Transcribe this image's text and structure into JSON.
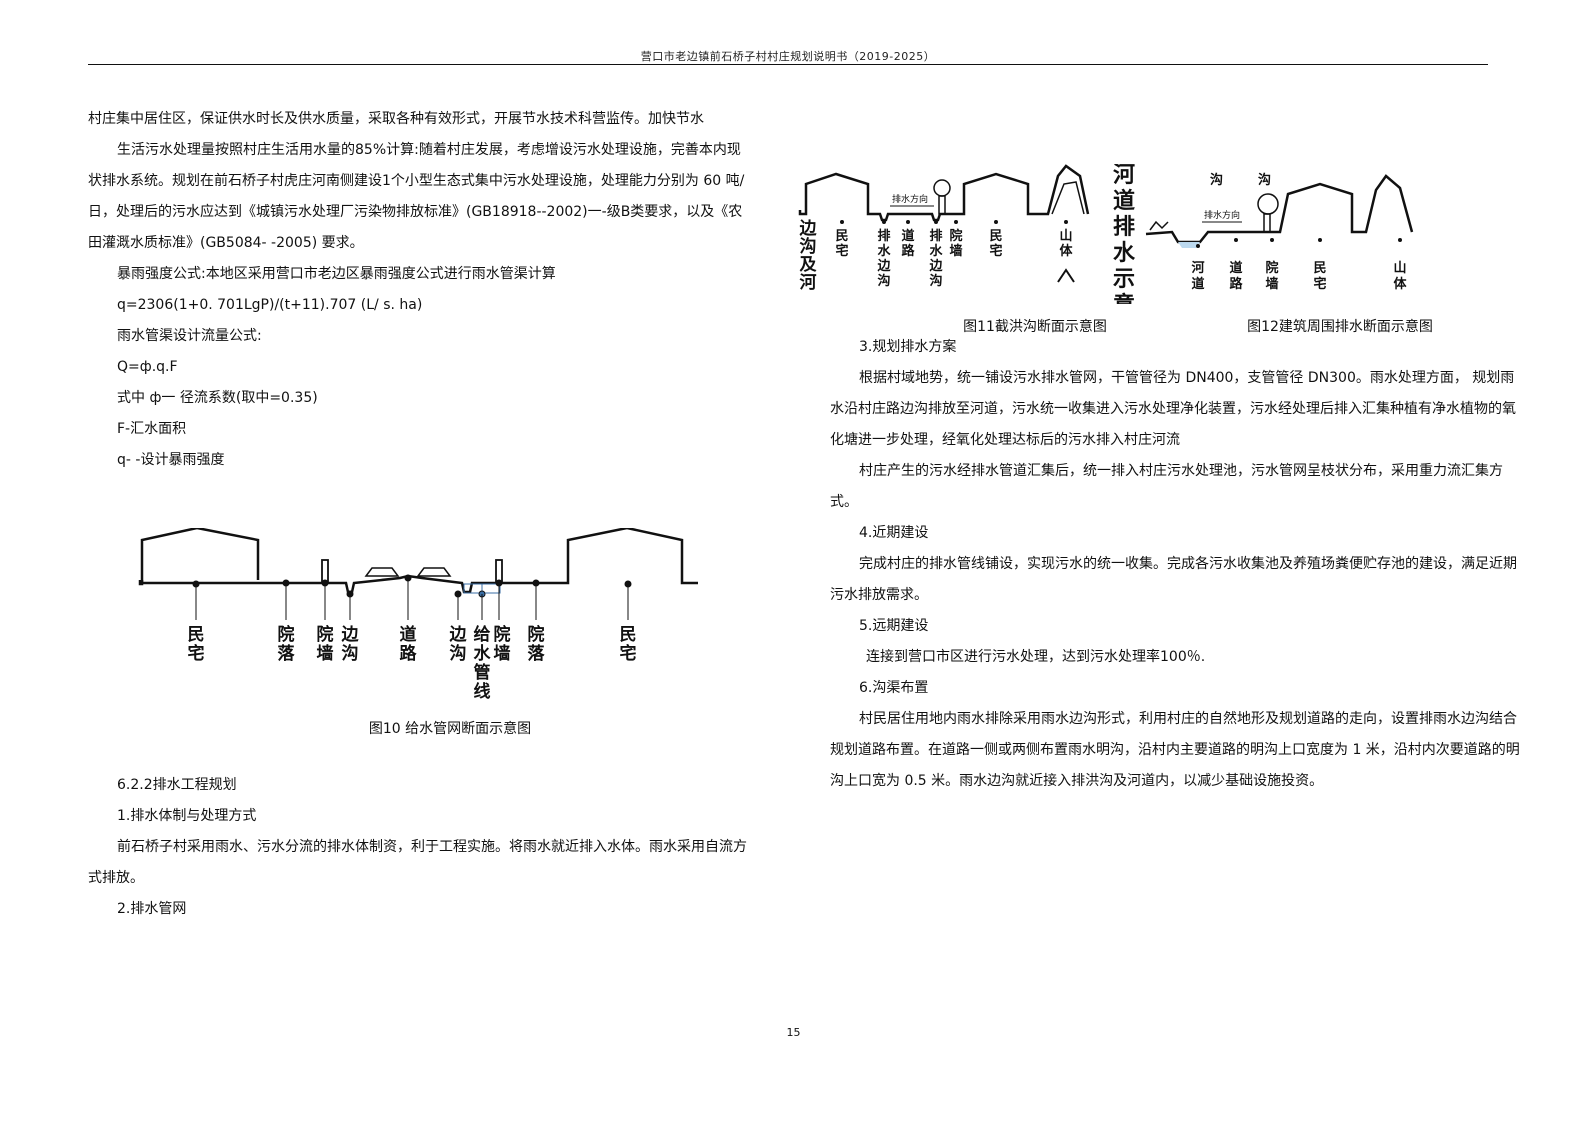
{
  "header": "营口市老边镇前石桥子村村庄规划说明书（2019-2025）",
  "page_number": "15",
  "left_top": [
    {
      "t": "村庄集中居住区，保证供水时长及供水质量，采取各种有效形式，开展节水技术科营监传。加快节水",
      "cls": ""
    },
    {
      "t": "生活污水处理量按照村庄生活用水量的85%计算:随着村庄发展，考虑增设污水处理设施，完善本内现状排水系统。规划在前石桥子村虎庄河南侧建设1个小型生态式集中污水处理设施，处理能力分别为 60 吨/日，处理后的污水应达到《城镇污水处理厂污染物排放标准》(GB18918--2002)一-级B类要求，以及《农田灌溉水质标准》(GB5084- -2005) 要求。",
      "cls": "ind"
    },
    {
      "t": "暴雨强度公式:本地区采用营口市老边区暴雨强度公式进行雨水管渠计算",
      "cls": "ind"
    },
    {
      "t": "q=2306(1+0. 701LgP)/(t+11).707 (L/ s. ha)",
      "cls": "ind"
    },
    {
      "t": "雨水管渠设计流量公式:",
      "cls": "ind"
    },
    {
      "t": "Q=ф.q.F",
      "cls": "ind"
    },
    {
      "t": "式中 ф一 径流系数(取中=0.35)",
      "cls": "ind"
    },
    {
      "t": "F-汇水面积",
      "cls": "ind"
    },
    {
      "t": "q- -设计暴雨强度",
      "cls": "ind"
    }
  ],
  "left_bottom": [
    {
      "t": "6.2.2排水工程规划",
      "cls": "ind"
    },
    {
      "t": "1.排水体制与处理方式",
      "cls": "ind"
    },
    {
      "t": "前石桥子村采用雨水、污水分流的排水体制资，利于工程实施。将雨水就近排入水体。雨水采用自流方式排放。",
      "cls": "ind"
    },
    {
      "t": "2.排水管网",
      "cls": "ind"
    }
  ],
  "right": [
    {
      "t": "3.规划排水方案",
      "cls": "ind"
    },
    {
      "t": "根据村域地势，统一铺设污水排水管网，干管管径为 DN400，支管管径 DN300。雨水处理方面， 规划雨水沿村庄路边沟排放至河道，污水统一收集进入污水处理净化装置，污水经处理后排入汇集种植有净水植物的氧化塘进一步处理，经氧化处理达标后的污水排入村庄河流",
      "cls": "ind"
    },
    {
      "t": "村庄产生的污水经排水管道汇集后，统一排入村庄污水处理池，污水管网呈枝状分布，采用重力流汇集方式。",
      "cls": "ind"
    },
    {
      "t": "4.近期建设",
      "cls": "ind"
    },
    {
      "t": "完成村庄的排水管线铺设，实现污水的统一收集。完成各污水收集池及养殖场粪便贮存池的建设，满足近期污水排放需求。",
      "cls": "ind"
    },
    {
      "t": "5.远期建设",
      "cls": "ind"
    },
    {
      "t": "连接到营口市区进行污水处理，达到污水处理率100％.",
      "cls": "ind2"
    },
    {
      "t": "6.沟渠布置",
      "cls": "ind"
    },
    {
      "t": "村民居住用地内雨水排除采用雨水边沟形式，利用村庄的自然地形及规划道路的走向，设置排雨水边沟结合规划道路布置。在道路一侧或两侧布置雨水明沟，沿村内主要道路的明沟上口宽度为 1 米，沿村内次要道路的明沟上口宽为 0.5 米。雨水边沟就近接入排洪沟及河道内，以减少基础设施投资。",
      "cls": "ind"
    }
  ],
  "fig10": {
    "caption": "图10 给水管网断面示意图",
    "labels": [
      "民宅",
      "院落",
      "院墙",
      "边沟",
      "道路",
      "边沟",
      "给水管线",
      "院墙",
      "院落",
      "民宅"
    ]
  },
  "fig11": {
    "caption": "图11截洪沟断面示意图",
    "flow": "排水方向",
    "side": "边沟及河",
    "labels": [
      "民宅",
      "排水边沟",
      "道路",
      "排水边沟",
      "院墙",
      "民宅",
      "山体"
    ]
  },
  "fig12": {
    "caption": "图12建筑周围排水断面示意图",
    "title": "河道排水示意",
    "top": [
      "沟",
      "沟"
    ],
    "flow": "排水方向",
    "labels": [
      "河道",
      "道路",
      "院墙",
      "民宅",
      "山体"
    ]
  }
}
